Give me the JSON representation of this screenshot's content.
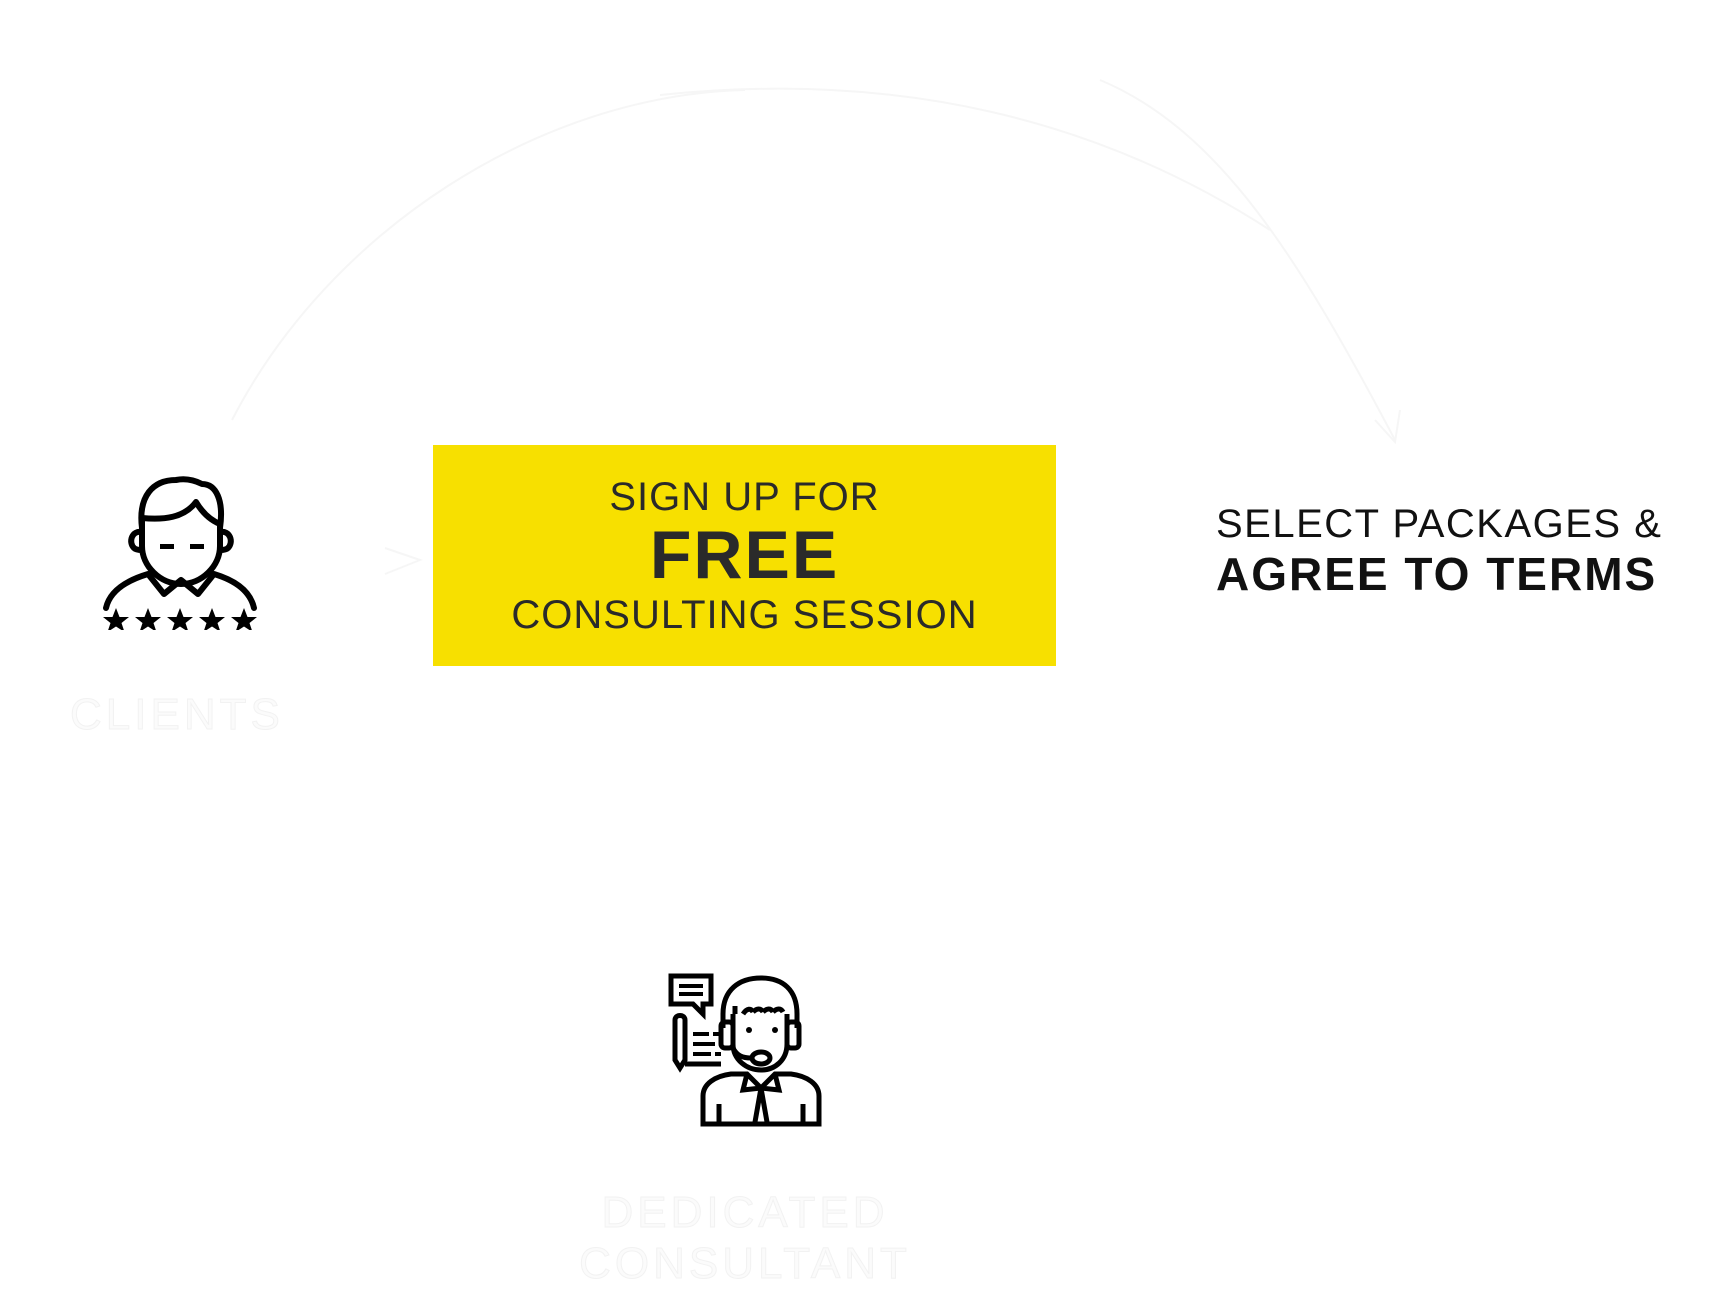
{
  "diagram": {
    "type": "process-cycle",
    "accent_color": "#f7e000",
    "text_color": "#111111",
    "connector_color": "#f6f6f6",
    "steps": [
      {
        "id": "clients",
        "icon": "client-rating-icon",
        "rating_stars": 5,
        "label": "CLIENTS"
      },
      {
        "id": "signup",
        "lines": [
          "SIGN UP FOR",
          "FREE",
          "CONSULTING SESSION"
        ],
        "highlight_color": "#f7e000"
      },
      {
        "id": "packages",
        "lines": [
          "SELECT PACKAGES &",
          "AGREE TO TERMS"
        ]
      },
      {
        "id": "consultant",
        "icon": "consultant-headset-icon",
        "label_lines": [
          "DEDICATED",
          "CONSULTANT"
        ]
      }
    ]
  }
}
